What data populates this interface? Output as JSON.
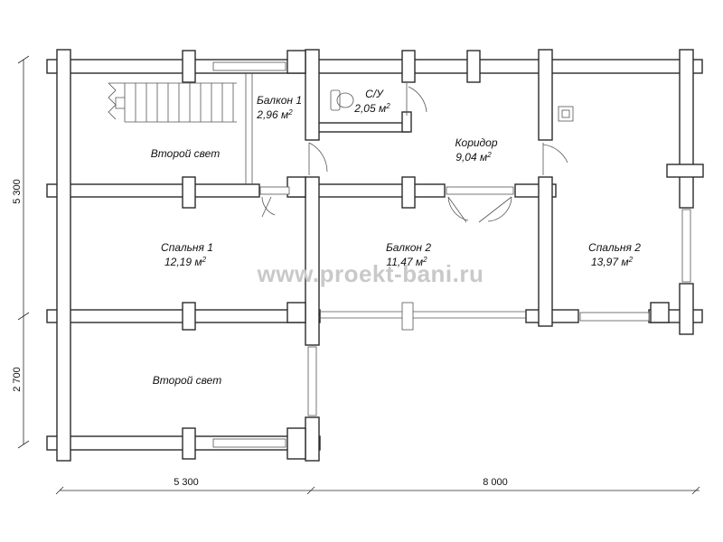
{
  "plan": {
    "rooms": [
      {
        "id": "balkon1",
        "name": "Балкон 1",
        "area": "2,96",
        "unit": "м"
      },
      {
        "id": "su",
        "name": "С/У",
        "area": "2,05",
        "unit": "м"
      },
      {
        "id": "koridor",
        "name": "Коридор",
        "area": "9,04",
        "unit": "м"
      },
      {
        "id": "vtoroy-svet-top",
        "name": "Второй свет",
        "area": "",
        "unit": ""
      },
      {
        "id": "spalnya1",
        "name": "Спальня 1",
        "area": "12,19",
        "unit": "м"
      },
      {
        "id": "balkon2",
        "name": "Балкон 2",
        "area": "11,47",
        "unit": "м"
      },
      {
        "id": "spalnya2",
        "name": "Спальня 2",
        "area": "13,97",
        "unit": "м"
      },
      {
        "id": "vtoroy-svet-bottom",
        "name": "Второй свет",
        "area": "",
        "unit": ""
      }
    ],
    "superscript": "2",
    "dimensions": {
      "left_upper": "5 300",
      "left_lower": "2 700",
      "bottom_left": "5 300",
      "bottom_right": "8 000"
    },
    "watermark": "www.proekt-bani.ru"
  }
}
